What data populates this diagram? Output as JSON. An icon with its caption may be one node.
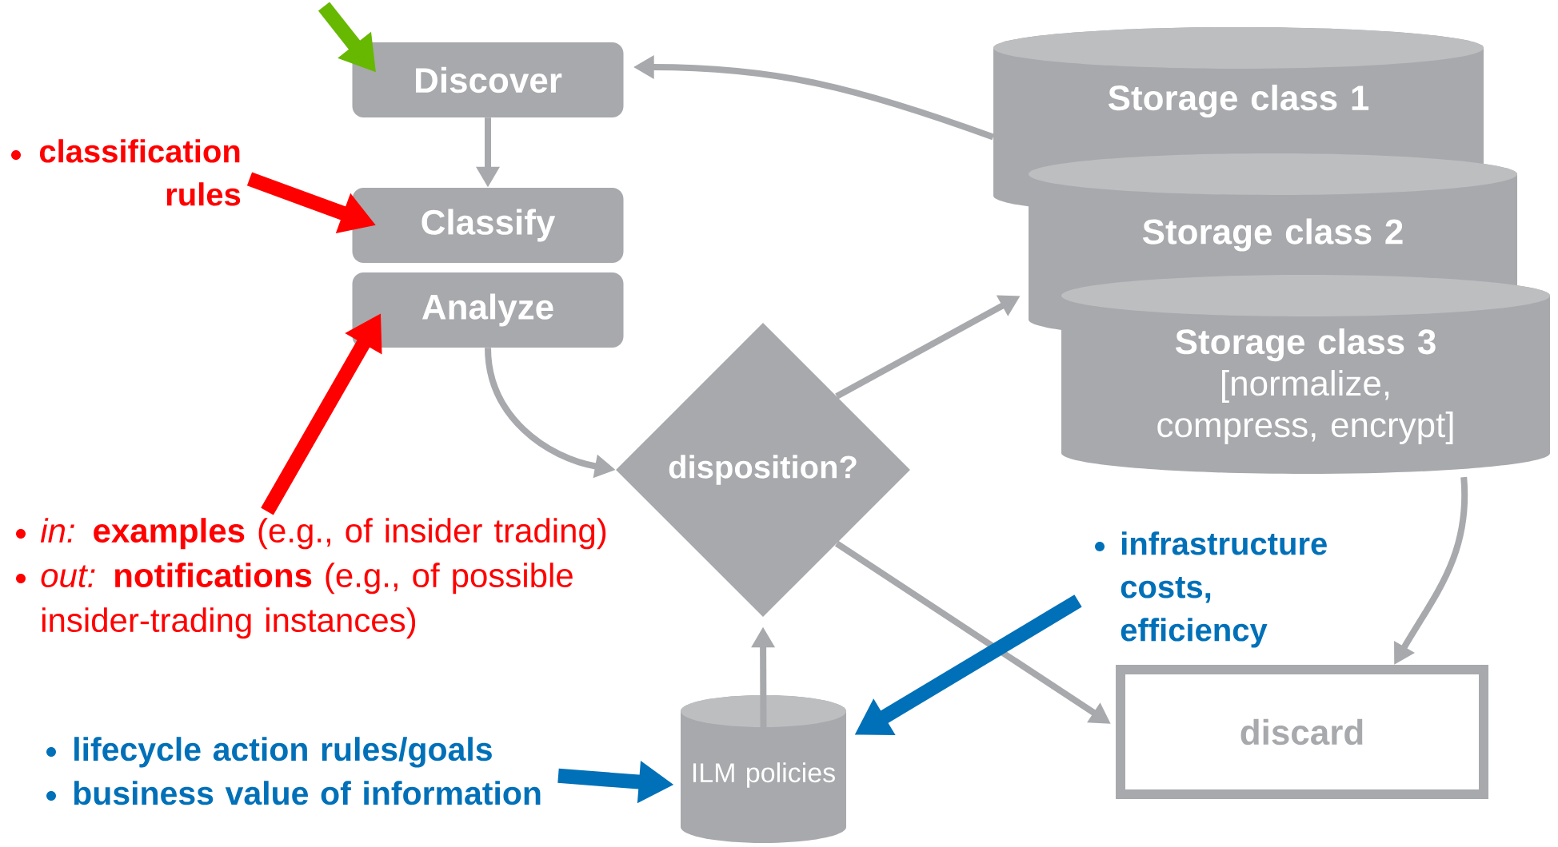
{
  "diagram": {
    "nodes": [
      {
        "text": [
          "Discover"
        ]
      },
      {
        "text": [
          "classification rules"
        ]
      },
      {
        "text": [
          "Classify"
        ]
      },
      {
        "text": [
          "Analyze"
        ]
      },
      {
        "text": [
          "Storage class 1"
        ]
      },
      {
        "text": [
          "Storage class 2"
        ]
      },
      {
        "text": [
          "Storage class 3",
          "[normalize, compress, encrypt]"
        ]
      },
      {
        "text": [
          "disposition?"
        ]
      },
      {
        "text": [
          "*in:* **examples** (e.g., of insider trading)",
          "*out:* **notifications** (e.g., of possible insider-trading instances)"
        ]
      },
      {
        "text": [
          "infrastructure costs, efficiency"
        ]
      },
      {
        "text": [
          "discard"
        ]
      },
      {
        "text": [
          "lifecycle action rules/goals",
          "business value of information"
        ]
      },
      {
        "text": [
          "ILM policies"
        ]
      }
    ],
    "edges": [
      {
        "from": null,
        "to": 0,
        "arrow": "to",
        "style": "thick",
        "color": "#66b800"
      },
      {
        "from": 0,
        "to": 2,
        "arrow": "to"
      },
      {
        "from": 1,
        "to": 2,
        "arrow": "to",
        "style": "thick",
        "color": "#ff0000"
      },
      {
        "from": 8,
        "to": 3,
        "arrow": "to",
        "style": "thick",
        "color": "#ff0000"
      },
      {
        "from": 3,
        "to": 7,
        "arrow": "to"
      },
      {
        "from": 4,
        "to": 0,
        "arrow": "to"
      },
      {
        "from": 7,
        "to": 5,
        "arrow": "to"
      },
      {
        "from": 7,
        "to": 10,
        "arrow": "to"
      },
      {
        "from": 6,
        "to": 10,
        "arrow": "to"
      },
      {
        "from": 12,
        "to": 7,
        "arrow": "to"
      },
      {
        "from": 9,
        "to": 12,
        "arrow": "to",
        "style": "thick",
        "color": "#0070b8"
      },
      {
        "from": 11,
        "to": 12,
        "arrow": "to",
        "style": "thick",
        "color": "#0070b8"
      }
    ]
  }
}
